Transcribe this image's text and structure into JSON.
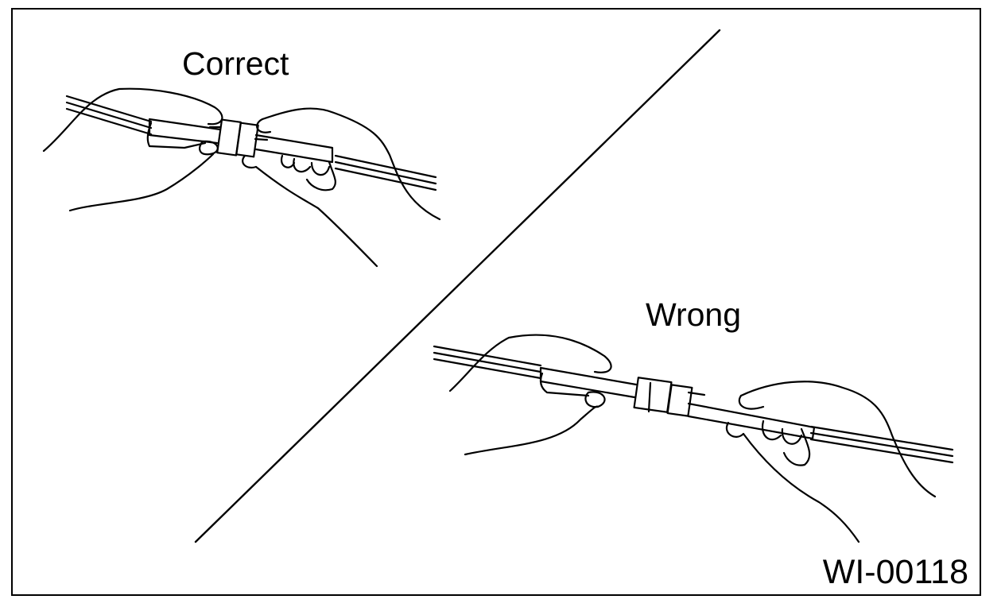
{
  "labels": {
    "correct": "Correct",
    "wrong": "Wrong",
    "figure_code": "WI-00118"
  },
  "colors": {
    "ink": "#000000",
    "paper": "#ffffff"
  }
}
